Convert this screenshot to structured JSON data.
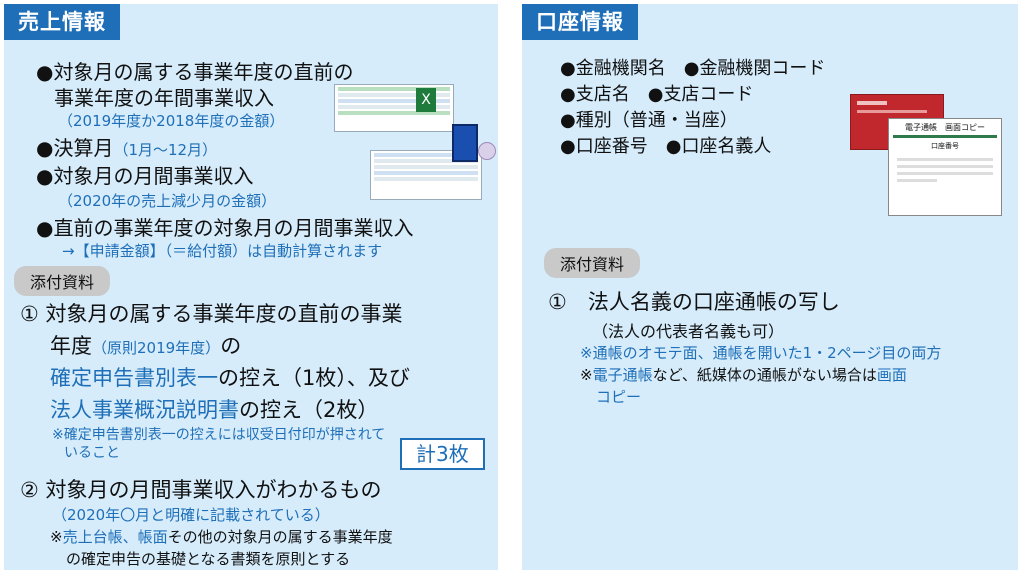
{
  "left": {
    "header": "売上情報",
    "items": [
      {
        "bullet": "●",
        "text": "対象月の属する事業年度の直前の"
      },
      {
        "text": "事業年度の年間事業収入"
      },
      {
        "note": "（2019年度か2018年度の金額）"
      },
      {
        "bullet": "●",
        "text": "決算月",
        "note": "（1月～12月）"
      },
      {
        "bullet": "●",
        "text": "対象月の月間事業収入"
      },
      {
        "note": "（2020年の売上減少月の金額）"
      },
      {
        "bullet": "●",
        "text": "直前の事業年度の対象月の月間事業収入"
      },
      {
        "note": "→【申請金額】（＝給付額）は自動計算されます"
      }
    ],
    "attach_label": "添付資料",
    "doc1": {
      "number": "①",
      "line1": "対象月の属する事業年度の直前の事業",
      "line2a": "年度",
      "line2b": "（原則2019年度）",
      "line2c": "の",
      "line3a": "確定申告書別表一",
      "line3b": "の控え（1枚）、及び",
      "line4a": "法人事業概況説明書",
      "line4b": "の控え（2枚）",
      "note1": "※確定申告書別表一の控えには収受日付印が押されて",
      "note2": "いること",
      "total": "計3枚"
    },
    "doc2": {
      "number": "②",
      "line1": "対象月の月間事業収入がわかるもの",
      "note": "（2020年〇月と明確に記載されている）",
      "sub1a": "※",
      "sub1b": "売上台帳、帳面",
      "sub1c": "その他の対象月の属する事業年度",
      "sub2": "の確定申告の基礎となる書類を原則とする"
    }
  },
  "right": {
    "header": "口座情報",
    "items": [
      {
        "b1": "●",
        "t1": "金融機関名",
        "b2": "●",
        "t2": "金融機関コード"
      },
      {
        "b1": "●",
        "t1": "支店名",
        "b2": "●",
        "t2": "支店コード"
      },
      {
        "b1": "●",
        "t1": "種別（普通・当座）"
      },
      {
        "b1": "●",
        "t1": "口座番号",
        "b2": "●",
        "t2": "口座名義人"
      }
    ],
    "attach_label": "添付資料",
    "doc1": {
      "number": "①",
      "line1": "法人名義の口座通帳の写し",
      "line2": "（法人の代表者名義も可）",
      "note1": "※通帳のオモテ面、通帳を開いた1・2ページ目の両方",
      "note2a": "※",
      "note2b": "電子通帳",
      "note2c": "など、紙媒体の通帳がない場合は",
      "note2d": "画面",
      "note3": "コピー"
    },
    "illustration": {
      "card_title": "電子通帳　画面コピー",
      "card_sub": "口座番号"
    }
  },
  "colors": {
    "accent": "#1f6fb8",
    "panel": "#d6ecfb",
    "badge": "#c9c9c9",
    "bankbook": "#c0282d"
  }
}
